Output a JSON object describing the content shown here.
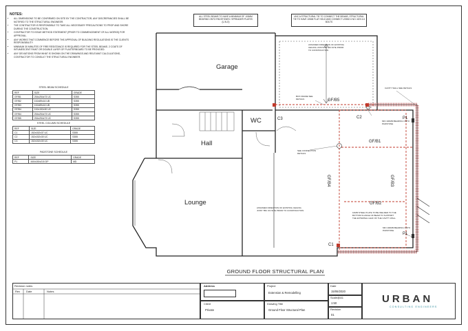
{
  "notes": {
    "title": "NOTES:",
    "items": [
      "ALL DIMENSIONS TO BE CONFIRMED ON SITE BY THE CONTRACTOR, ANY DISCREPANCIES SHALL BE NOTIFIED TO THE STRUCTURAL ENGINEER.",
      "THE CONTRACTOR IS RESPONSIBLE TO TAKE ALL NECESSARY PRECAUTIONS TO PROP AND SHORE DURING THE CONSTRUCTION.",
      "CONTRACTOR TO ISSUE METHOD STATEMENT (PRIOR TO COMMENCEMENT OF ALL WORKS) FOR APPROVAL.",
      "ANY WORKS THAT COMMENCE BEFORE THE APPROVAL OF BUILDING REGULATIONS IS THE CLIENTS RESPONSIBILITY.",
      "MINIMUM 30 MINUTES OF FIRE RESISTANCE IS REQUIRED FOR THE STEEL BEAMS. 2 COATS OF INTUMESCENT PAINT OR DOUBLE LAYER OF PLASTERBOARD TO BE PROVIDED.",
      "ANY DEVIATIONS FROM WHAT IS SHOWN ON THE DRAWINGS AND RELEVANT CALCULATIONS, CONTRACTOR TO CONSULT THE STRUCTURAL ENGINEER."
    ]
  },
  "beam_schedule": {
    "title": "STEEL BEAM SCHEDULE",
    "headers": [
      "REF",
      "SIZE",
      "GRADE"
    ],
    "rows": [
      [
        "GF/B1",
        "254x254x73 UC",
        "S355"
      ],
      [
        "GF/B2",
        "152x89x16 UB",
        "S355"
      ],
      [
        "GF/B3",
        "152x89x16 UB",
        "S355"
      ],
      [
        "GF/B4",
        "152x152x30 UC",
        "S355"
      ],
      [
        "GF/B4",
        "254x254x73 UC",
        "S355"
      ],
      [
        "GF/B5",
        "254x254x73 UC",
        "S355"
      ]
    ]
  },
  "column_schedule": {
    "title": "STEEL COLUMN SCHEDULE",
    "headers": [
      "REF",
      "SIZE",
      "GRADE"
    ],
    "rows": [
      [
        "C1",
        "152x152x37 UC",
        "S355"
      ],
      [
        "C2",
        "152x152x30 UC",
        "S355"
      ],
      [
        "C3",
        "152x152x30 UC",
        "S355"
      ]
    ]
  },
  "padstone_schedule": {
    "title": "PADSTONE SCHEDULE",
    "headers": [
      "REF",
      "SIZE",
      "GRADE"
    ],
    "rows": [
      [
        "P1",
        "440x150x215 DP",
        "MD"
      ]
    ]
  },
  "top_notes": {
    "left": "ALL STEEL BEAMS TO HAVE A MINIMUM OF 100MM BEARING ONTO PADSTONES / SPREADER PLATES (U.N.O)",
    "right": "UNC A STRUCTURAL TIE TO CONNECT THE BEAMS, STRUCTURAL TIE TO HAVE 10MM FLAT HOLD AND CONNECT USING 6 NO. M20 4.6 BOLTS"
  },
  "rooms": {
    "garage": "Garage",
    "wc": "WC",
    "hall": "Hall",
    "lounge": "Lounge"
  },
  "tags": {
    "b5": "GF/B5",
    "b1": "GF/B1",
    "b2": "GF/B2",
    "b3": "GF/B3",
    "b4": "GF/B4",
    "c1": "C1",
    "c2": "C2",
    "c3": "C3",
    "p1a": "P1",
    "p1b": "P1"
  },
  "annotations": {
    "joist_top": "ASSUMED DIRECTION OF EXISTING CEILING JOIST TBC ON SITE PRIOR TO CONSTRUCTION",
    "box_frame": "BOX FRAME SEE DETAILS",
    "cavity": "CAVITY WALL SEE DETAILS",
    "bearing_top": "MIN 100MM BEARING ONTO PADSTONE",
    "connection": "SEE CONNECTION DETAILS",
    "joist_bottom": "ASSUMED DIRECTION OF EXISTING CEILING JOIST TBC ON SITE PRIOR TO CONSTRUCTION",
    "plate": "10MM STEEL PLATE TO BE WELDED TO THE BOTTOM FLANGE OF BEAM TO SUPPORT THE EXTERNAL LEAF OF THE CAVITY WALL",
    "bearing_bottom": "MIN 100MM BEARING ONTO PADSTONE"
  },
  "drawing_title": "GROUND FLOOR STRUCTURAL PLAN",
  "title_block": {
    "revision_notes_label": "Revision notes",
    "rev_label": "Rev",
    "date_label": "Date",
    "notes_label": "Notes",
    "address_label": "Address",
    "client_label": "Client",
    "client_value": "Private",
    "project_label": "Project",
    "project_value": "Extension & Remodelling",
    "drawing_label": "Drawing Title",
    "drawing_value": "Ground Floor Structural Plan",
    "date_block_label": "Date",
    "date_value": "15/06/2020",
    "scale_label": "Scale@A1",
    "scale_value": "1:50",
    "revision_label": "Revision",
    "revision_value": "01",
    "logo": "URBAN",
    "logo_sub": "CONSULTING ENGINEERS"
  }
}
